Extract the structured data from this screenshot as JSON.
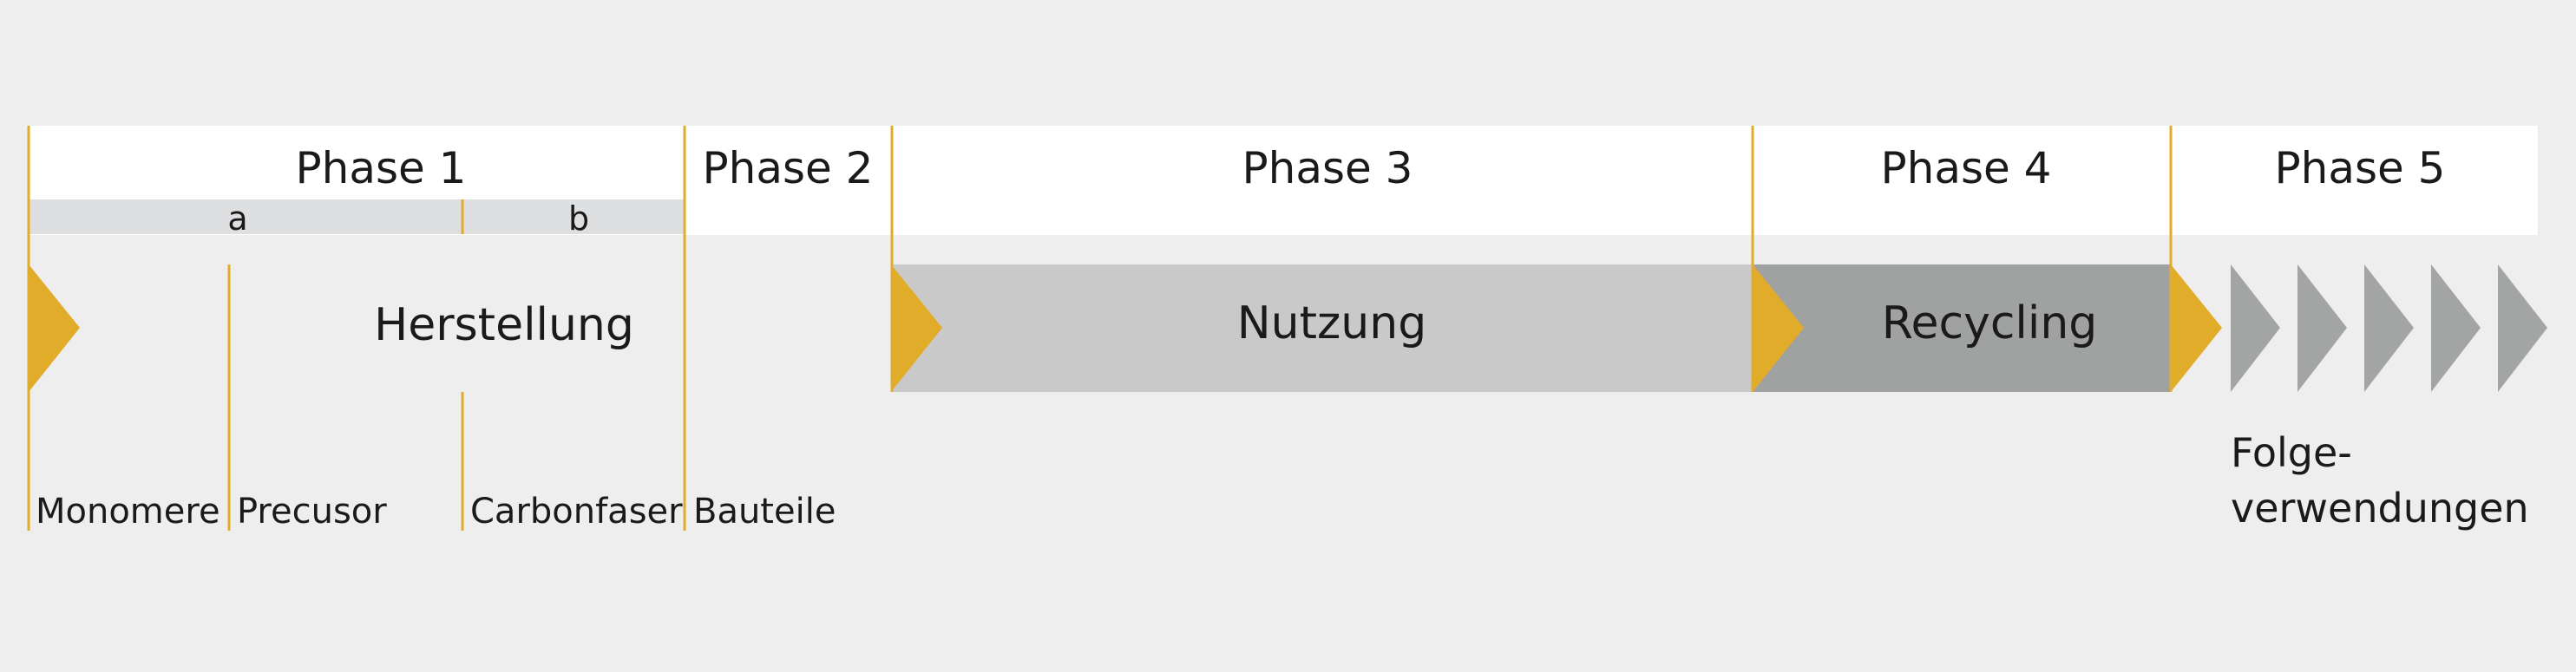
{
  "colors": {
    "background": "#eeeeee",
    "header": "#ffffff",
    "subbar": "#dedfe1",
    "accent": "#e2ac2b",
    "usage_bar": "#c9c9c9",
    "recycling_bar": "#a0a1a1",
    "chevrons": "#a3a4a4"
  },
  "phases": [
    {
      "label": "Phase 1"
    },
    {
      "label": "Phase 2"
    },
    {
      "label": "Phase 3"
    },
    {
      "label": "Phase 4"
    },
    {
      "label": "Phase 5"
    }
  ],
  "subphases": [
    {
      "label": "a"
    },
    {
      "label": "b"
    }
  ],
  "process": {
    "production": "Herstellung",
    "usage": "Nutzung",
    "recycling": "Recycling"
  },
  "stages": [
    {
      "label": "Monomere"
    },
    {
      "label": "Precusor"
    },
    {
      "label": "Carbonfaser"
    },
    {
      "label": "Bauteile"
    }
  ],
  "followup": {
    "line1": "Folge-",
    "line2": "verwendungen"
  }
}
